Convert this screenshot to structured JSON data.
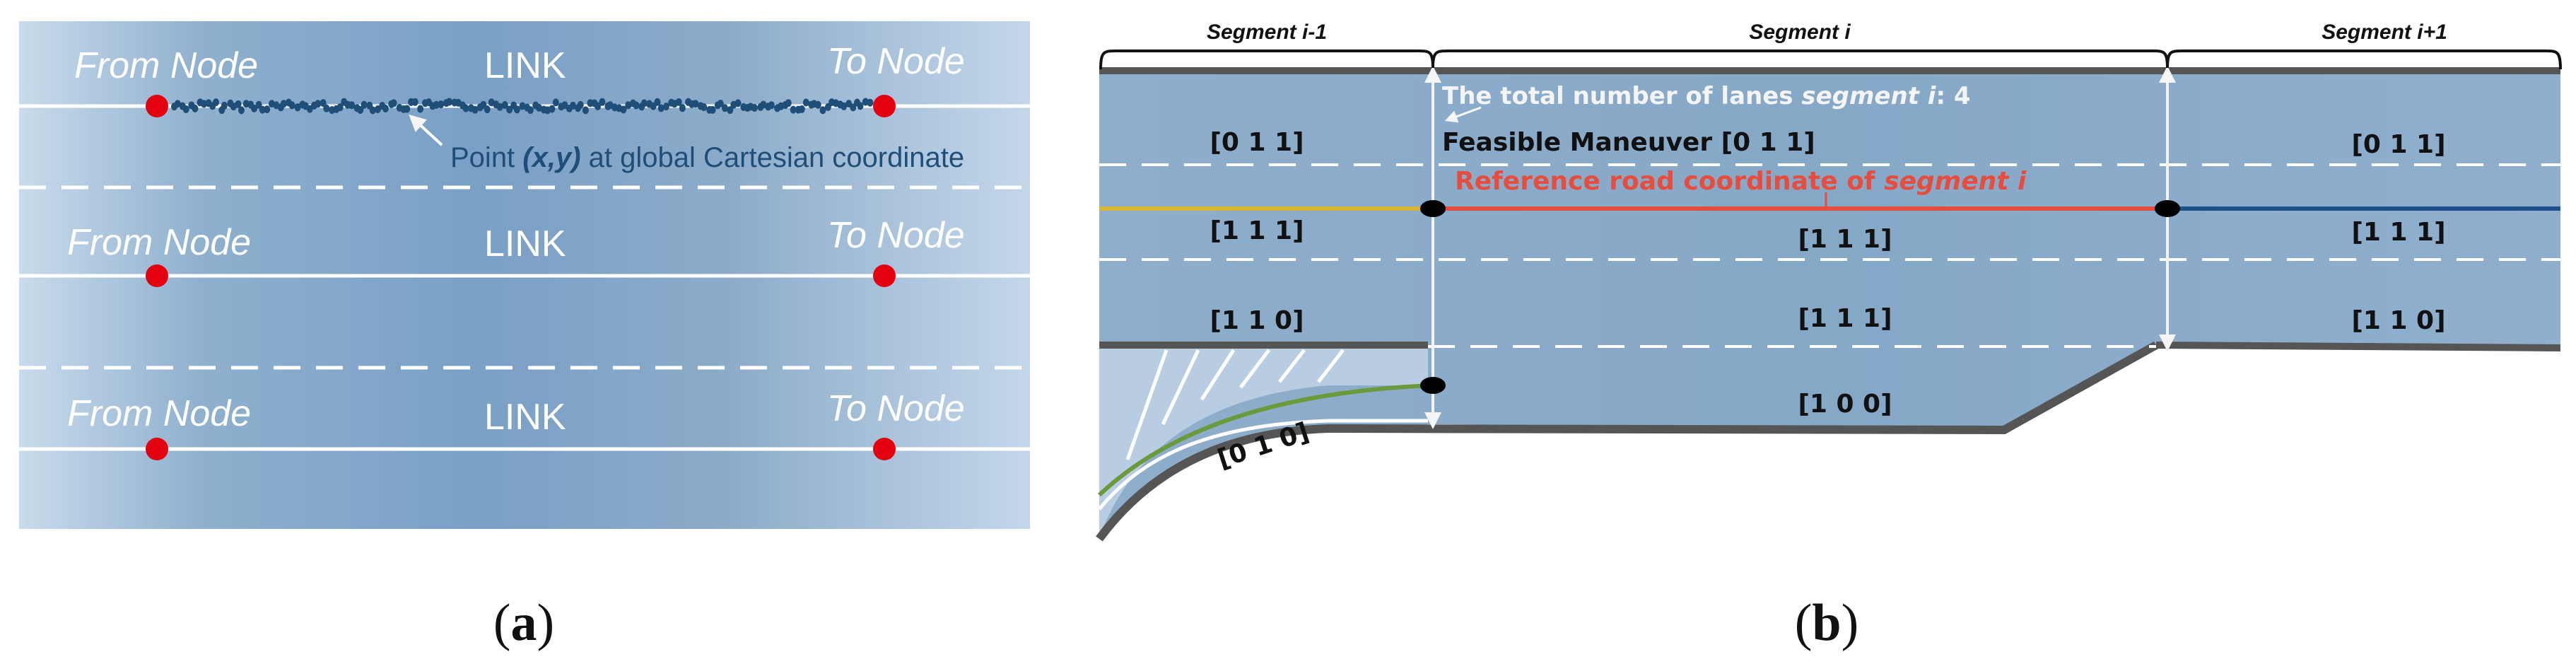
{
  "panel_a": {
    "rows": [
      {
        "from": "From Node",
        "link": "LINK",
        "to": "To Node"
      },
      {
        "from": "From Node",
        "link": "LINK",
        "to": "To Node"
      },
      {
        "from": "From Node",
        "link": "LINK",
        "to": "To Node"
      }
    ],
    "point_label_pre": "Point ",
    "point_label_xy": "(x,y)",
    "point_label_post": " at global Cartesian coordinate"
  },
  "panel_b": {
    "segments": [
      "Segment i-1",
      "Segment i",
      "Segment i+1"
    ],
    "lanes_note_pre": "The total number of lanes ",
    "lanes_note_em": "segment i",
    "lanes_note_post": ": 4",
    "feasible_label": "Feasible Maneuver [0 1 1]",
    "reference_pre": "Reference road coordinate of ",
    "reference_em": "segment i",
    "maneuvers": {
      "prev": [
        "[0 1 1]",
        "[1 1 1]",
        "[1 1 0]",
        "[0 1 0]"
      ],
      "curr": [
        "[1 1 1]",
        "[1 1 1]",
        "[1 0 0]"
      ],
      "next": [
        "[0 1 1]",
        "[1 1 1]",
        "[1 1 0]"
      ]
    }
  },
  "captions": {
    "a": "a",
    "b": "b"
  },
  "colors": {
    "road": "#8aaccb",
    "road_light": "#c2d6e8",
    "node_red": "#e3000f",
    "point_blue": "#1f4e78",
    "ref_red": "#e84c3d",
    "yellow": "#d9b531",
    "green": "#6a9a3a",
    "navy": "#1f4e8c",
    "edge": "#555555"
  }
}
